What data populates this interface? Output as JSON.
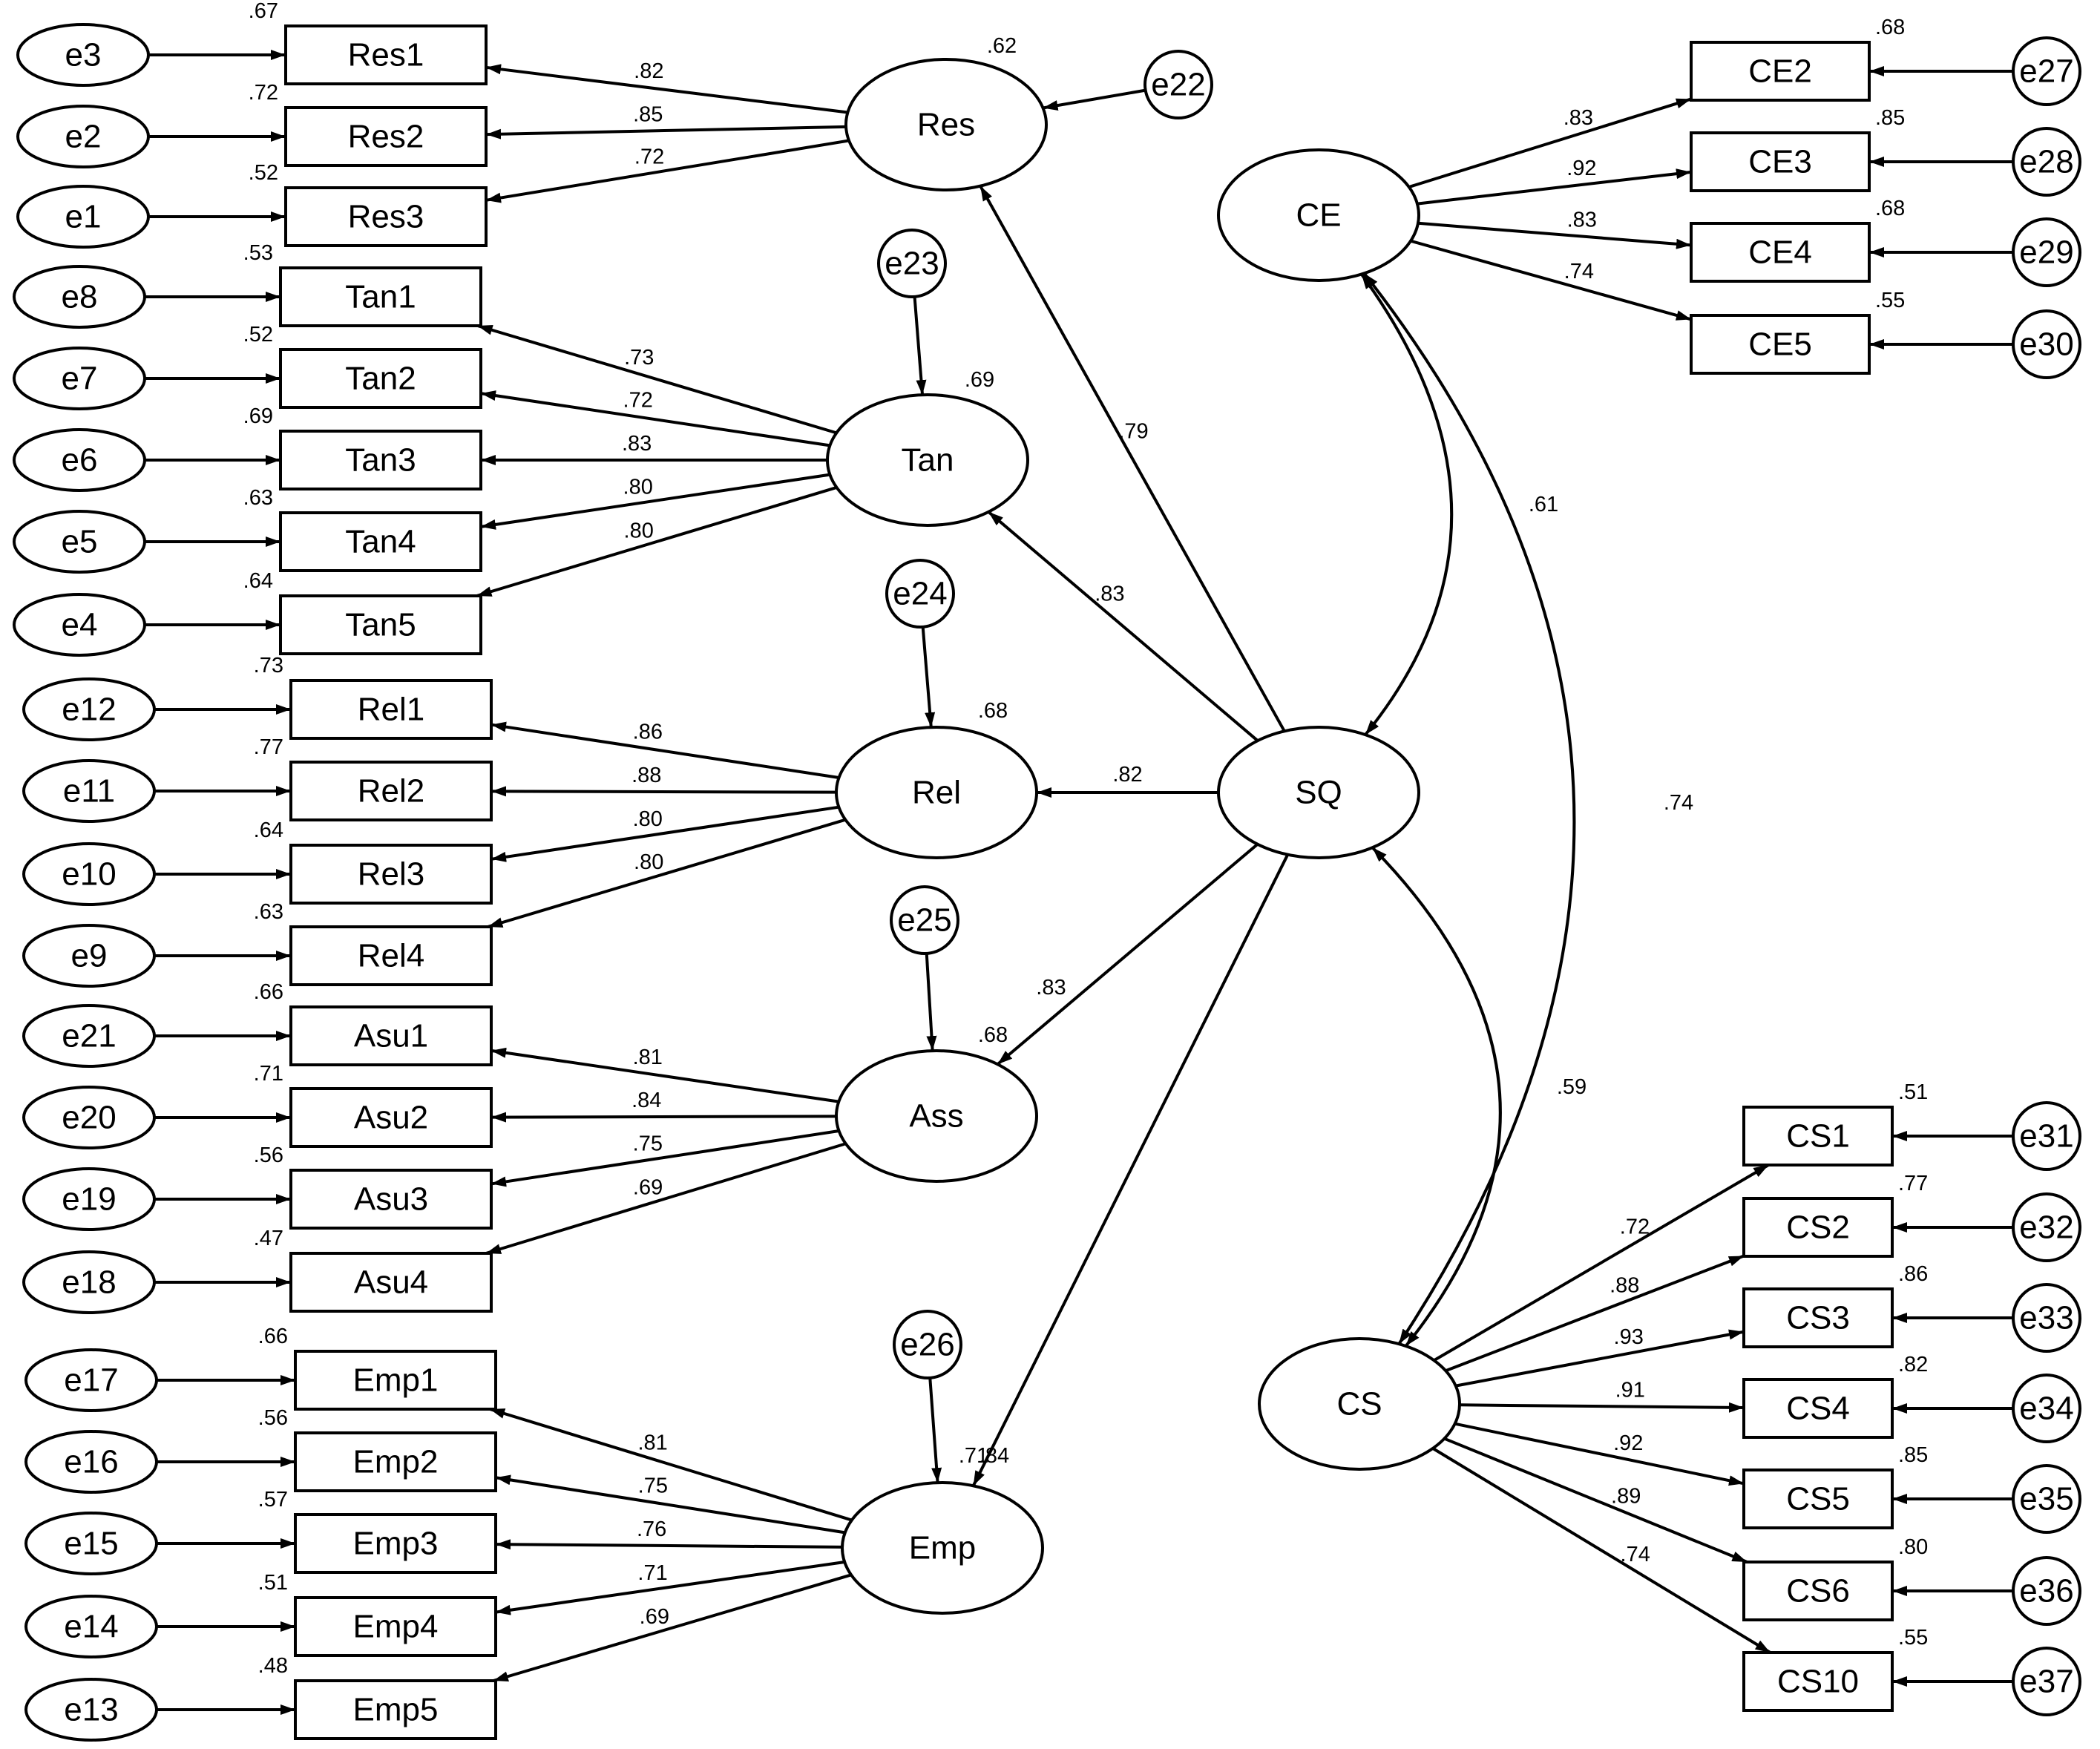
{
  "diagram": {
    "colors": {
      "ink": "#000000",
      "background": "#ffffff"
    },
    "latent": [
      {
        "id": "Res",
        "label": "Res",
        "r2": ".62"
      },
      {
        "id": "Tan",
        "label": "Tan",
        "r2": ".69"
      },
      {
        "id": "Rel",
        "label": "Rel",
        "r2": ".68"
      },
      {
        "id": "Ass",
        "label": "Ass",
        "r2": ".68"
      },
      {
        "id": "Emp",
        "label": "Emp",
        "r2": ".71"
      },
      {
        "id": "SQ",
        "label": "SQ",
        "r2": ""
      },
      {
        "id": "CE",
        "label": "CE",
        "r2": ""
      },
      {
        "id": "CS",
        "label": "CS",
        "r2": ""
      }
    ],
    "observed": [
      {
        "id": "Res1",
        "label": "Res1",
        "r2": ".67",
        "error": "e3",
        "factor": "Res",
        "loading": ".82"
      },
      {
        "id": "Res2",
        "label": "Res2",
        "r2": ".72",
        "error": "e2",
        "factor": "Res",
        "loading": ".85"
      },
      {
        "id": "Res3",
        "label": "Res3",
        "r2": ".52",
        "error": "e1",
        "factor": "Res",
        "loading": ".72"
      },
      {
        "id": "Tan1",
        "label": "Tan1",
        "r2": ".53",
        "error": "e8",
        "factor": "Tan",
        "loading": ".73"
      },
      {
        "id": "Tan2",
        "label": "Tan2",
        "r2": ".52",
        "error": "e7",
        "factor": "Tan",
        "loading": ".72"
      },
      {
        "id": "Tan3",
        "label": "Tan3",
        "r2": ".69",
        "error": "e6",
        "factor": "Tan",
        "loading": ".83"
      },
      {
        "id": "Tan4",
        "label": "Tan4",
        "r2": ".63",
        "error": "e5",
        "factor": "Tan",
        "loading": ".80"
      },
      {
        "id": "Tan5",
        "label": "Tan5",
        "r2": ".64",
        "error": "e4",
        "factor": "Tan",
        "loading": ".80"
      },
      {
        "id": "Rel1",
        "label": "Rel1",
        "r2": ".73",
        "error": "e12",
        "factor": "Rel",
        "loading": ".86"
      },
      {
        "id": "Rel2",
        "label": "Rel2",
        "r2": ".77",
        "error": "e11",
        "factor": "Rel",
        "loading": ".88"
      },
      {
        "id": "Rel3",
        "label": "Rel3",
        "r2": ".64",
        "error": "e10",
        "factor": "Rel",
        "loading": ".80"
      },
      {
        "id": "Rel4",
        "label": "Rel4",
        "r2": ".63",
        "error": "e9",
        "factor": "Rel",
        "loading": ".80"
      },
      {
        "id": "Asu1",
        "label": "Asu1",
        "r2": ".66",
        "error": "e21",
        "factor": "Ass",
        "loading": ".81"
      },
      {
        "id": "Asu2",
        "label": "Asu2",
        "r2": ".71",
        "error": "e20",
        "factor": "Ass",
        "loading": ".84"
      },
      {
        "id": "Asu3",
        "label": "Asu3",
        "r2": ".56",
        "error": "e19",
        "factor": "Ass",
        "loading": ".75"
      },
      {
        "id": "Asu4",
        "label": "Asu4",
        "r2": ".47",
        "error": "e18",
        "factor": "Ass",
        "loading": ".69"
      },
      {
        "id": "Emp1",
        "label": "Emp1",
        "r2": ".66",
        "error": "e17",
        "factor": "Emp",
        "loading": ".81"
      },
      {
        "id": "Emp2",
        "label": "Emp2",
        "r2": ".56",
        "error": "e16",
        "factor": "Emp",
        "loading": ".75"
      },
      {
        "id": "Emp3",
        "label": "Emp3",
        "r2": ".57",
        "error": "e15",
        "factor": "Emp",
        "loading": ".76"
      },
      {
        "id": "Emp4",
        "label": "Emp4",
        "r2": ".51",
        "error": "e14",
        "factor": "Emp",
        "loading": ".71"
      },
      {
        "id": "Emp5",
        "label": "Emp5",
        "r2": ".48",
        "error": "e13",
        "factor": "Emp",
        "loading": ".69"
      },
      {
        "id": "CE2",
        "label": "CE2",
        "r2": ".68",
        "error": "e27",
        "factor": "CE",
        "loading": ".83"
      },
      {
        "id": "CE3",
        "label": "CE3",
        "r2": ".85",
        "error": "e28",
        "factor": "CE",
        "loading": ".92"
      },
      {
        "id": "CE4",
        "label": "CE4",
        "r2": ".68",
        "error": "e29",
        "factor": "CE",
        "loading": ".83"
      },
      {
        "id": "CE5",
        "label": "CE5",
        "r2": ".55",
        "error": "e30",
        "factor": "CE",
        "loading": ".74"
      },
      {
        "id": "CS1",
        "label": "CS1",
        "r2": ".51",
        "error": "e31",
        "factor": "CS",
        "loading": ".72"
      },
      {
        "id": "CS2",
        "label": "CS2",
        "r2": ".77",
        "error": "e32",
        "factor": "CS",
        "loading": ".88"
      },
      {
        "id": "CS3",
        "label": "CS3",
        "r2": ".86",
        "error": "e33",
        "factor": "CS",
        "loading": ".93"
      },
      {
        "id": "CS4",
        "label": "CS4",
        "r2": ".82",
        "error": "e34",
        "factor": "CS",
        "loading": ".91"
      },
      {
        "id": "CS5",
        "label": "CS5",
        "r2": ".85",
        "error": "e35",
        "factor": "CS",
        "loading": ".92"
      },
      {
        "id": "CS6",
        "label": "CS6",
        "r2": ".80",
        "error": "e36",
        "factor": "CS",
        "loading": ".89"
      },
      {
        "id": "CS10",
        "label": "CS10",
        "r2": ".55",
        "error": "e37",
        "factor": "CS",
        "loading": ".74"
      }
    ],
    "disturbances": [
      {
        "id": "e22",
        "label": "e22",
        "target": "Res"
      },
      {
        "id": "e23",
        "label": "e23",
        "target": "Tan"
      },
      {
        "id": "e24",
        "label": "e24",
        "target": "Rel"
      },
      {
        "id": "e25",
        "label": "e25",
        "target": "Ass"
      },
      {
        "id": "e26",
        "label": "e26",
        "target": "Emp"
      }
    ],
    "structural": [
      {
        "from": "SQ",
        "to": "Res",
        "coef": ".79"
      },
      {
        "from": "SQ",
        "to": "Tan",
        "coef": ".83"
      },
      {
        "from": "SQ",
        "to": "Rel",
        "coef": ".82"
      },
      {
        "from": "SQ",
        "to": "Ass",
        "coef": ".83"
      },
      {
        "from": "SQ",
        "to": "Emp",
        "coef": ".84"
      }
    ],
    "correlations": [
      {
        "a": "CE",
        "b": "SQ",
        "coef": ".61"
      },
      {
        "a": "CE",
        "b": "CS",
        "coef": ".74"
      },
      {
        "a": "SQ",
        "b": "CS",
        "coef": ".59"
      }
    ]
  }
}
